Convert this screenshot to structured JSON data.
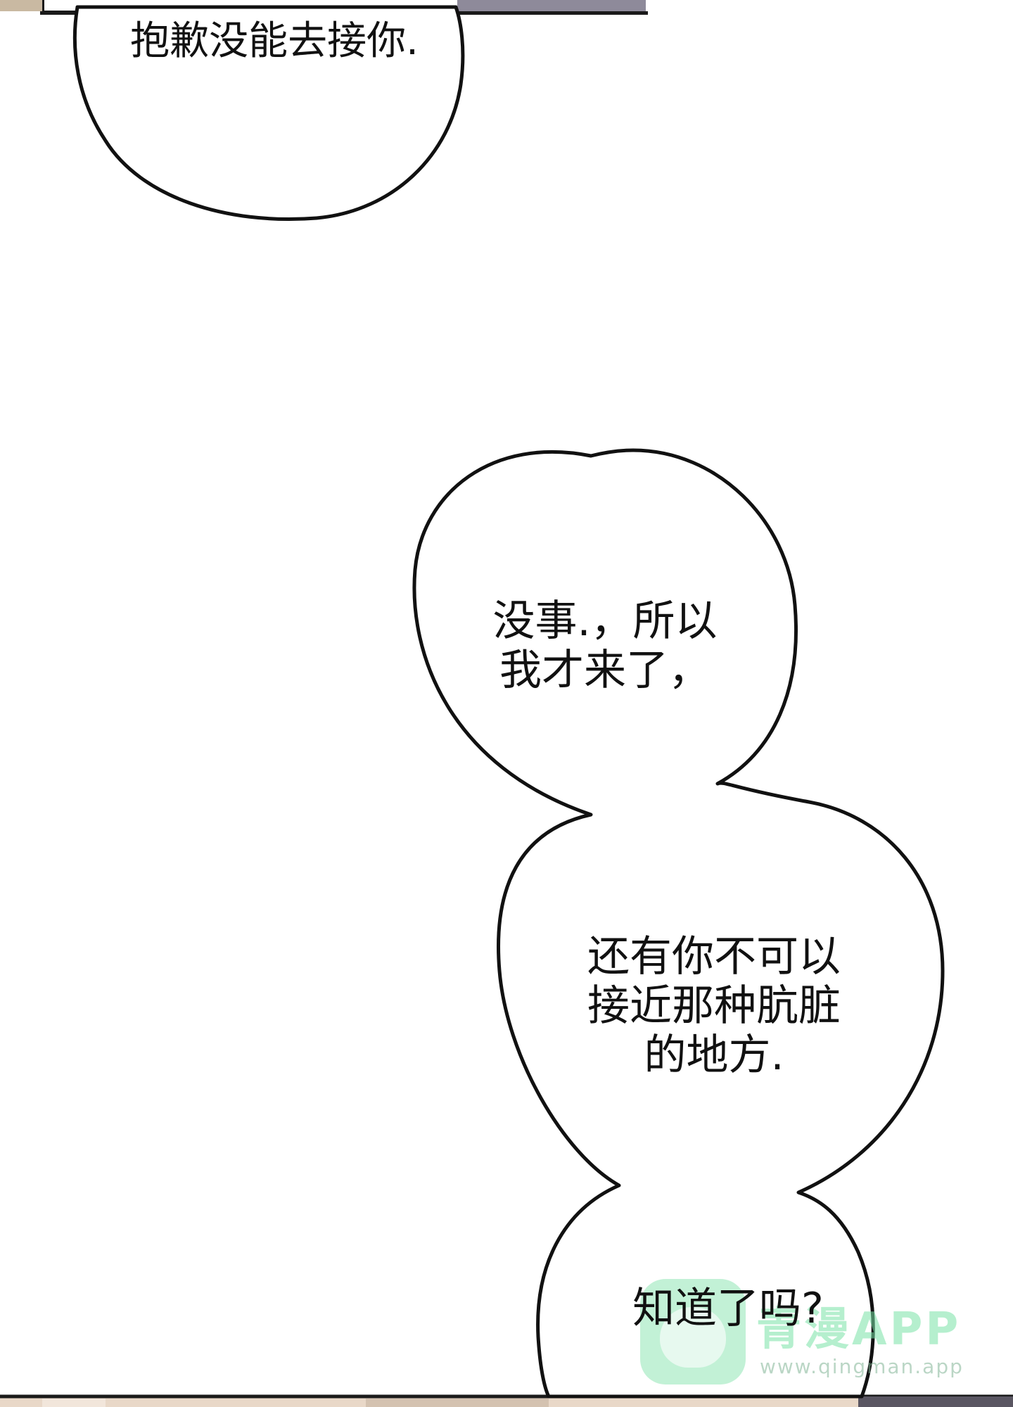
{
  "panel": {
    "background": "#ffffff",
    "bubbles": [
      {
        "text": "抱歉没能去接你."
      },
      {
        "text": "没事.，所以\n我才来了，"
      },
      {
        "text": "还有你不可以\n接近那种肮脏\n的地方."
      },
      {
        "text": "知道了吗?"
      }
    ]
  },
  "watermark": {
    "brand": "青漫APP",
    "url": "www.qingman.app",
    "color": "#78e1a5"
  }
}
